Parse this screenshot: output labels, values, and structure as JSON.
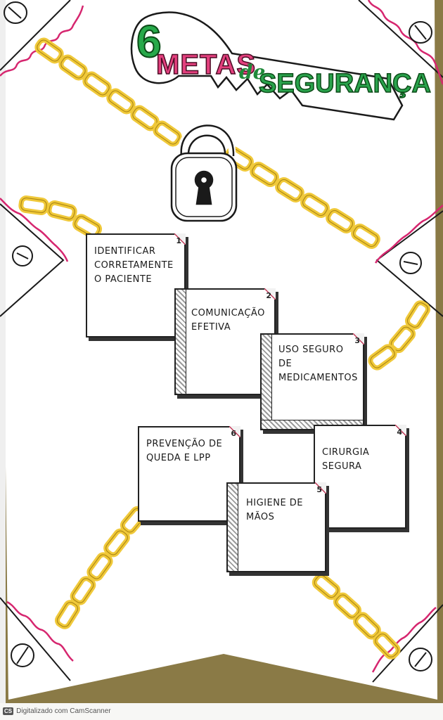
{
  "title": {
    "number": "6",
    "word1": "METAS",
    "connector": "de",
    "word2": "SEGURANÇA"
  },
  "goals": [
    {
      "number": "1",
      "text": "IDENTIFICAR CORRETAMENTE O PACIENTE"
    },
    {
      "number": "2",
      "text": "COMUNICAÇÃO EFETIVA"
    },
    {
      "number": "3",
      "text": "USO SEGURO DE MEDICAMENTOS"
    },
    {
      "number": "4",
      "text": "CIRURGIA SEGURA"
    },
    {
      "number": "5",
      "text": "HIGIENE DE MÃOS"
    },
    {
      "number": "6",
      "text": "PREVENÇÃO DE QUEDA E LPP"
    }
  ],
  "credit": {
    "logo": "CS",
    "text": "Digitalizado com CamScanner"
  },
  "colors": {
    "paper": "#ffffff",
    "background": "#8a7a46",
    "chain": "#f0c93a",
    "scallop": "#d6266f",
    "title_pink": "#e3407e",
    "title_green": "#2aa34c"
  },
  "icons": [
    "padlock-icon",
    "keyhole-icon",
    "key-shape-icon",
    "chain-icon",
    "screw-icon"
  ]
}
